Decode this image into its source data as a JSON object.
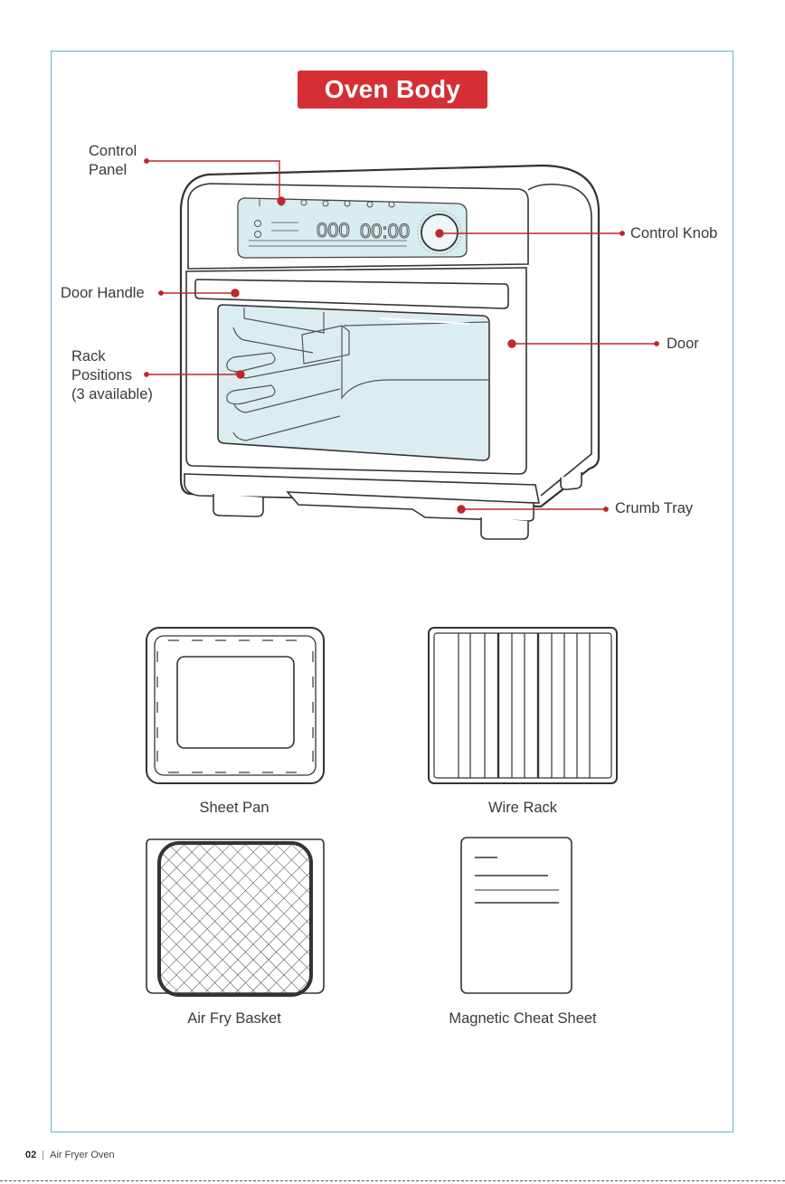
{
  "title": "Oven Body",
  "labels": {
    "control_panel": "Control\nPanel",
    "control_knob": "Control Knob",
    "door_handle": "Door Handle",
    "rack_positions": "Rack\nPositions\n(3 available)",
    "door": "Door",
    "crumb_tray": "Crumb Tray"
  },
  "display": {
    "left": "000",
    "right": "00:00"
  },
  "accessories": {
    "sheet_pan": "Sheet Pan",
    "wire_rack": "Wire Rack",
    "air_fry_basket": "Air Fry Basket",
    "cheat_sheet": "Magnetic Cheat Sheet"
  },
  "footer": {
    "page": "02",
    "text": "Air Fryer Oven"
  },
  "colors": {
    "accent": "#d32f35",
    "frame": "#5fb7c6",
    "line": "#333333"
  }
}
